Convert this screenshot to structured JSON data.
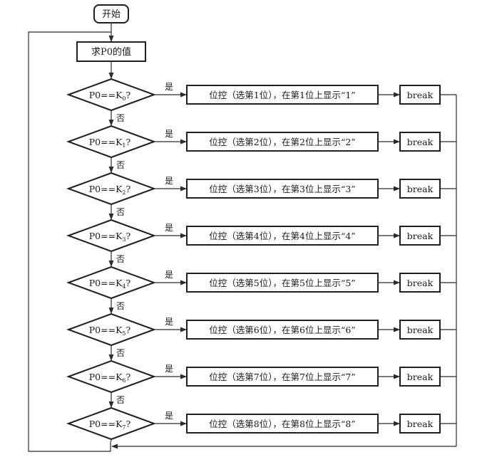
{
  "flowchart": {
    "start_label": "开始",
    "compute_label": "求P0的值",
    "yes_label": "是",
    "no_label": "否",
    "break_label": "break",
    "decisions": [
      {
        "cond_prefix": "P0==K",
        "cond_sub": "0",
        "cond_suffix": "?",
        "action": "位控（选第1位），在第1位上显示“1”"
      },
      {
        "cond_prefix": "P0==K",
        "cond_sub": "1",
        "cond_suffix": "?",
        "action": "位控（选第2位），在第2位上显示“2”"
      },
      {
        "cond_prefix": "P0==K",
        "cond_sub": "2",
        "cond_suffix": "?",
        "action": "位控（选第3位），在第3位上显示“3”"
      },
      {
        "cond_prefix": "P0==K",
        "cond_sub": "3",
        "cond_suffix": "?",
        "action": "位控（选第4位），在第4位上显示“4”"
      },
      {
        "cond_prefix": "P0==K",
        "cond_sub": "4",
        "cond_suffix": "?",
        "action": "位控（选第5位），在第5位上显示“5”"
      },
      {
        "cond_prefix": "P0==K",
        "cond_sub": "5",
        "cond_suffix": "?",
        "action": "位控（选第6位），在第6位上显示“6”"
      },
      {
        "cond_prefix": "P0==K",
        "cond_sub": "6",
        "cond_suffix": "?",
        "action": "位控（选第7位），在第7位上显示“7”"
      },
      {
        "cond_prefix": "P0==K",
        "cond_sub": "7",
        "cond_suffix": "?",
        "action": "位控（选第8位），在第8位上显示“8”"
      }
    ]
  }
}
